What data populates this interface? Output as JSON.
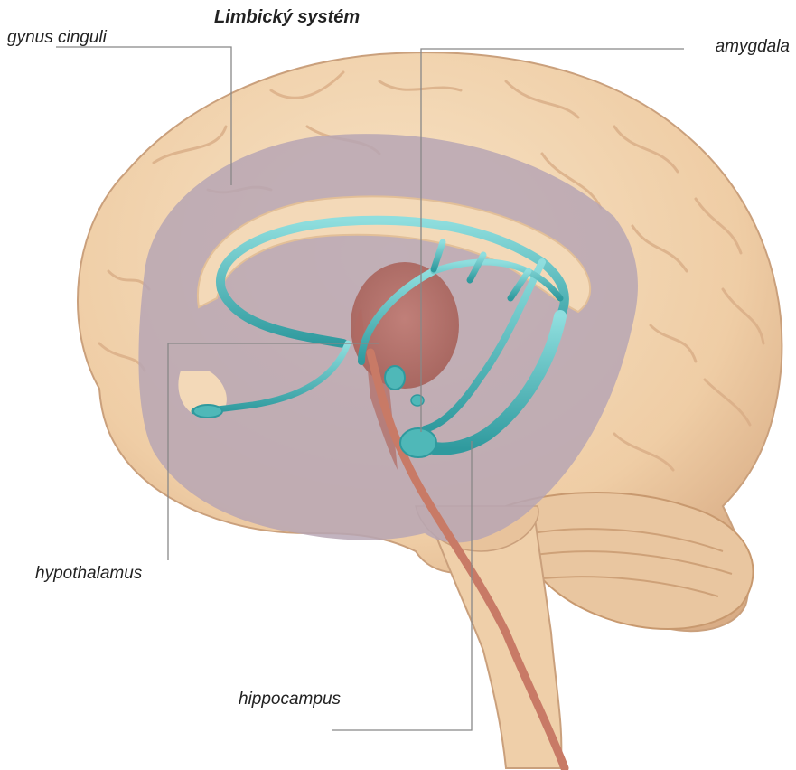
{
  "title": "Limbický systém",
  "labels": {
    "gyrus_cinguli": "gynus cinguli",
    "amygdala": "amygdala",
    "hypothalamus": "hypothalamus",
    "hippocampus": "hippocampus"
  },
  "colors": {
    "cortex": "#f2d2ac",
    "cortex_shadow": "#d9ad86",
    "medial_surface": "#b7a6b4",
    "limbic_structures": "#4fb8b8",
    "thalamus": "#b06a62",
    "vessel": "#c87a66",
    "leader_line": "#888888"
  }
}
